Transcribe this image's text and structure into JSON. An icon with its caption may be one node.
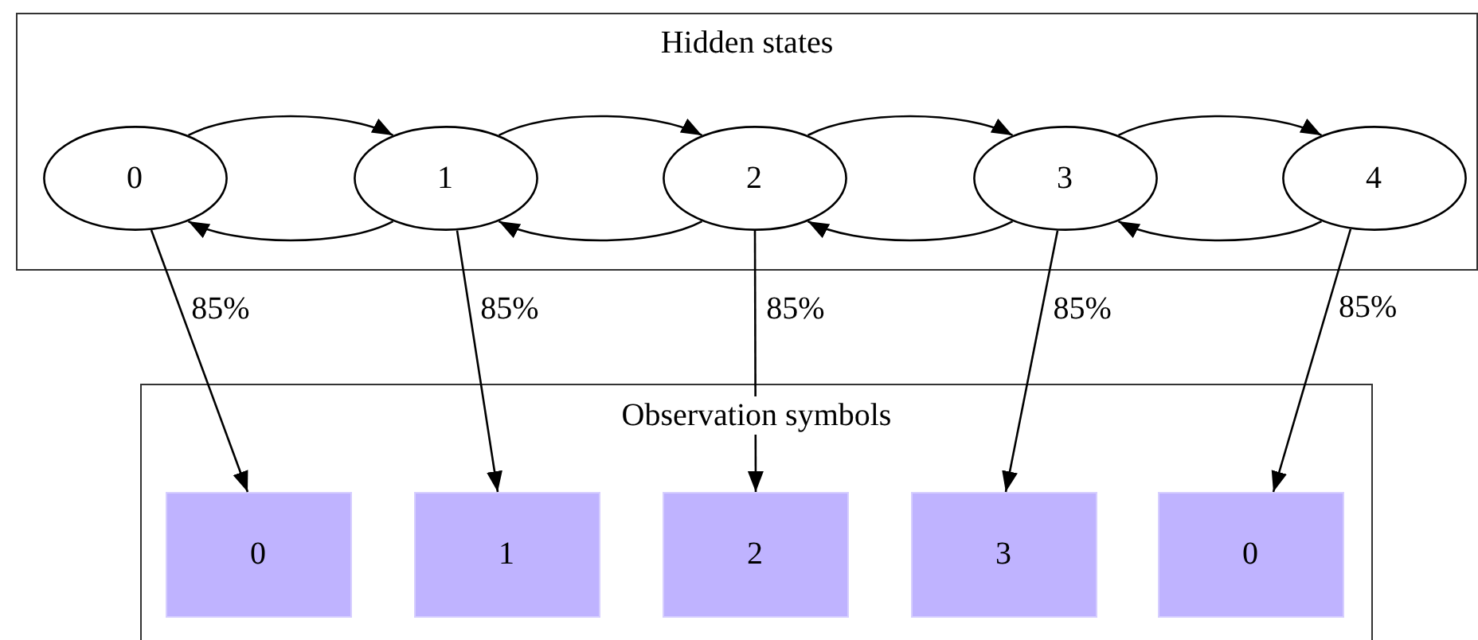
{
  "diagram": {
    "nodes": [
      {
        "text": [
          "Hidden states"
        ]
      },
      {
        "text": [
          "0"
        ],
        "in": 0
      },
      {
        "text": [
          "1"
        ],
        "in": 0
      },
      {
        "text": [
          "2"
        ],
        "in": 0
      },
      {
        "text": [
          "3"
        ],
        "in": 0
      },
      {
        "text": [
          "4"
        ],
        "in": 0
      },
      {
        "text": [
          "Observation symbols"
        ]
      },
      {
        "text": [
          "0"
        ],
        "in": 6
      },
      {
        "text": [
          "1"
        ],
        "in": 6
      },
      {
        "text": [
          "2"
        ],
        "in": 6
      },
      {
        "text": [
          "3"
        ],
        "in": 6
      },
      {
        "text": [
          "0"
        ],
        "in": 6
      }
    ],
    "edges": [
      {
        "from": 1,
        "to": 2,
        "arrow": "to"
      },
      {
        "from": 2,
        "to": 1,
        "arrow": "to"
      },
      {
        "from": 2,
        "to": 3,
        "arrow": "to"
      },
      {
        "from": 3,
        "to": 2,
        "arrow": "to"
      },
      {
        "from": 3,
        "to": 4,
        "arrow": "to"
      },
      {
        "from": 4,
        "to": 3,
        "arrow": "to"
      },
      {
        "from": 4,
        "to": 5,
        "arrow": "to"
      },
      {
        "from": 5,
        "to": 4,
        "arrow": "to"
      },
      {
        "from": 1,
        "to": 7,
        "arrow": "to",
        "label": "85%"
      },
      {
        "from": 2,
        "to": 8,
        "arrow": "to",
        "label": "85%"
      },
      {
        "from": 3,
        "to": 9,
        "arrow": "to",
        "label": "85%"
      },
      {
        "from": 4,
        "to": 10,
        "arrow": "to",
        "label": "85%"
      },
      {
        "from": 5,
        "to": 11,
        "arrow": "to",
        "label": "85%"
      }
    ]
  }
}
